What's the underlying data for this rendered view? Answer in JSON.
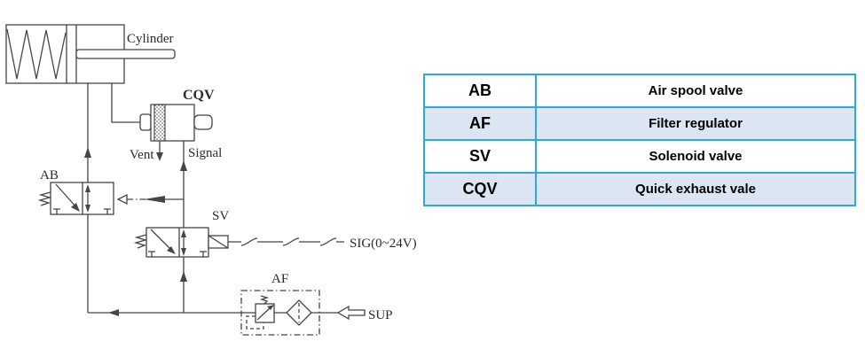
{
  "diagram": {
    "line_color": "#454545",
    "labels": {
      "cylinder": "Cylinder",
      "cqv": "CQV",
      "vent": "Vent",
      "signal": "Signal",
      "ab": "AB",
      "sv": "SV",
      "af": "AF",
      "sig": "SIG(0~24V)",
      "sup": "SUP"
    }
  },
  "legend_table": {
    "border_color": "#2ba9e0",
    "alt_row_color": "#dbe6f2",
    "rows": [
      {
        "abbr": "AB",
        "meaning": "Air spool valve"
      },
      {
        "abbr": "AF",
        "meaning": "Filter regulator"
      },
      {
        "abbr": "SV",
        "meaning": "Solenoid valve"
      },
      {
        "abbr": "CQV",
        "meaning": "Quick exhaust vale"
      }
    ]
  }
}
